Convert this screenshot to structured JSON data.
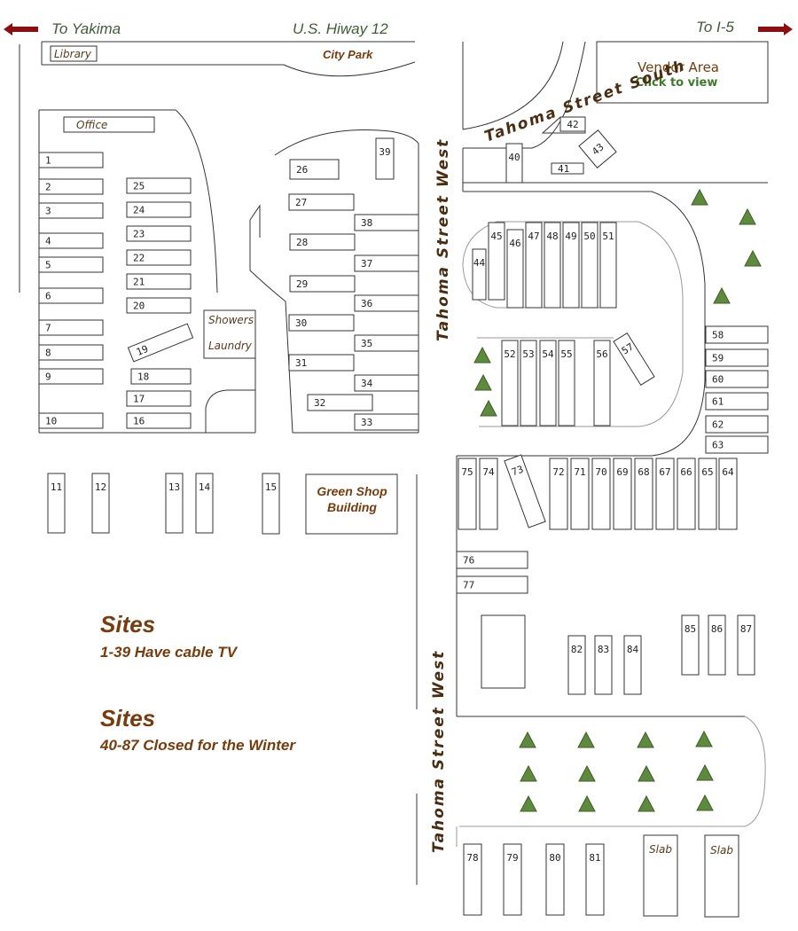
{
  "header": {
    "to_yakima": "To Yakima",
    "highway": "U.S. Hiway 12",
    "to_i5": "To I-5",
    "arrow_color": "#8b0f0f"
  },
  "places": {
    "library": "Library",
    "city_park": "City Park",
    "office": "Office",
    "showers": "Showers",
    "laundry": "Laundry",
    "green_shop_line1": "Green Shop",
    "green_shop_line2": "Building",
    "vendor_area": "Vendor Area",
    "vendor_click": "Click to view",
    "slab_1": "Slab",
    "slab_2": "Slab"
  },
  "streets": {
    "tahoma_south": "Tahoma Street South",
    "tahoma_west_upper": "Tahoma Street West",
    "tahoma_west_lower": "Tahoma Street West"
  },
  "legend": {
    "title_1": "Sites",
    "text_1": "1-39 Have cable TV",
    "title_2": "Sites",
    "text_2": "40-87 Closed for the Winter"
  },
  "sites": [
    "1",
    "2",
    "3",
    "4",
    "5",
    "6",
    "7",
    "8",
    "9",
    "10",
    "11",
    "12",
    "13",
    "14",
    "15",
    "16",
    "17",
    "18",
    "19",
    "20",
    "21",
    "22",
    "23",
    "24",
    "25",
    "26",
    "27",
    "28",
    "29",
    "30",
    "31",
    "32",
    "33",
    "34",
    "35",
    "36",
    "37",
    "38",
    "39",
    "40",
    "41",
    "42",
    "43",
    "44",
    "45",
    "46",
    "47",
    "48",
    "49",
    "50",
    "51",
    "52",
    "53",
    "54",
    "55",
    "56",
    "57",
    "58",
    "59",
    "60",
    "61",
    "62",
    "63",
    "64",
    "65",
    "66",
    "67",
    "68",
    "69",
    "70",
    "71",
    "72",
    "73",
    "74",
    "75",
    "76",
    "77",
    "78",
    "79",
    "80",
    "81",
    "82",
    "83",
    "84",
    "85",
    "86",
    "87"
  ],
  "colors": {
    "tree": "#5e8a3e",
    "label_brown": "#7a3b0c",
    "header_green": "#3d5e35"
  }
}
